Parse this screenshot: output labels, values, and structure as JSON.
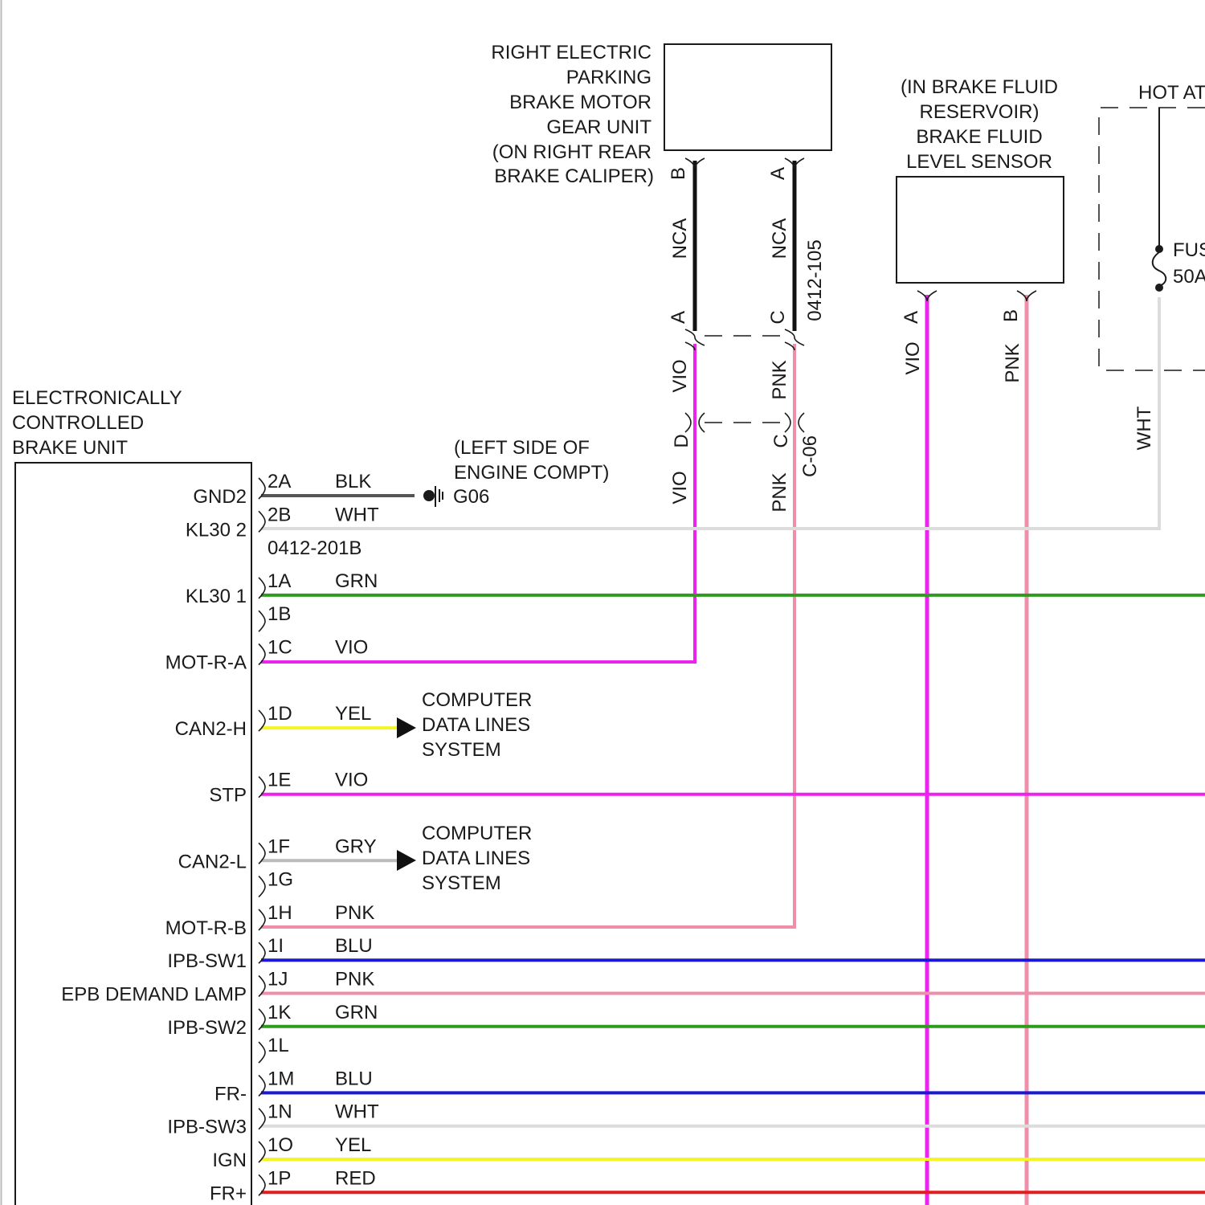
{
  "colors": {
    "BLK": "#555555",
    "WHT": "#dcdcdc",
    "GRN": "#2e9b1f",
    "VIO": "#ee22ee",
    "YEL": "#f5f522",
    "GRY": "#bbbbbb",
    "PNK": "#ef8ea8",
    "BLU": "#1a1ad6",
    "RED": "#e61b1b",
    "NCA": "#111111"
  },
  "ecbu": {
    "title": [
      "ELECTRONICALLY",
      "CONTROLLED",
      "BRAKE UNIT"
    ],
    "connector_2": "0412-201B"
  },
  "pins": [
    {
      "row": 0,
      "pin": "2A",
      "color": "BLK",
      "label": "GND2"
    },
    {
      "row": 1,
      "pin": "2B",
      "color": "WHT",
      "label": "KL30 2"
    },
    {
      "row": 3,
      "pin": "1A",
      "color": "GRN",
      "label": "KL30 1"
    },
    {
      "row": 4,
      "pin": "1B",
      "color": "",
      "label": ""
    },
    {
      "row": 5,
      "pin": "1C",
      "color": "VIO",
      "label": "MOT-R-A"
    },
    {
      "row": 7,
      "pin": "1D",
      "color": "YEL",
      "label": "CAN2-H"
    },
    {
      "row": 9,
      "pin": "1E",
      "color": "VIO",
      "label": "STP"
    },
    {
      "row": 11,
      "pin": "1F",
      "color": "GRY",
      "label": "CAN2-L"
    },
    {
      "row": 12,
      "pin": "1G",
      "color": "",
      "label": ""
    },
    {
      "row": 13,
      "pin": "1H",
      "color": "PNK",
      "label": "MOT-R-B"
    },
    {
      "row": 14,
      "pin": "1I",
      "color": "BLU",
      "label": "IPB-SW1"
    },
    {
      "row": 15,
      "pin": "1J",
      "color": "PNK",
      "label": "EPB DEMAND LAMP"
    },
    {
      "row": 16,
      "pin": "1K",
      "color": "GRN",
      "label": "IPB-SW2"
    },
    {
      "row": 17,
      "pin": "1L",
      "color": "",
      "label": ""
    },
    {
      "row": 18,
      "pin": "1M",
      "color": "BLU",
      "label": "FR-"
    },
    {
      "row": 19,
      "pin": "1N",
      "color": "WHT",
      "label": "IPB-SW3"
    },
    {
      "row": 20,
      "pin": "1O",
      "color": "YEL",
      "label": "IGN"
    },
    {
      "row": 21,
      "pin": "1P",
      "color": "RED",
      "label": "FR+"
    }
  ],
  "ground": {
    "location": [
      "(LEFT SIDE OF",
      "ENGINE COMPT)"
    ],
    "id": "G06"
  },
  "can_ref": [
    "COMPUTER",
    "DATA LINES",
    "SYSTEM"
  ],
  "motor": {
    "title": [
      "RIGHT ELECTRIC",
      "PARKING",
      "BRAKE MOTOR",
      "GEAR UNIT",
      "(ON RIGHT REAR",
      "BRAKE CALIPER)"
    ],
    "pin_b": "B",
    "pin_a": "A",
    "wire_left": "NCA",
    "wire_right": "NCA",
    "connector_upper": "0412-105",
    "upper_left_pin": "A",
    "upper_right_pin": "C",
    "mid_left_wire": "VIO",
    "mid_right_wire": "PNK",
    "lower_left_pin": "D",
    "lower_right_pin": "C",
    "connector_lower": "C-06",
    "low_left_wire": "VIO",
    "low_right_wire": "PNK"
  },
  "sensor": {
    "title": [
      "(IN BRAKE FLUID",
      "RESERVOIR)",
      "BRAKE FLUID",
      "LEVEL SENSOR"
    ],
    "pin_a": "A",
    "pin_b": "B",
    "wire_a": "VIO",
    "wire_b": "PNK"
  },
  "fuse": {
    "hot_label": "HOT AT",
    "name": "FUS",
    "rating": "50A",
    "wire": "WHT"
  }
}
